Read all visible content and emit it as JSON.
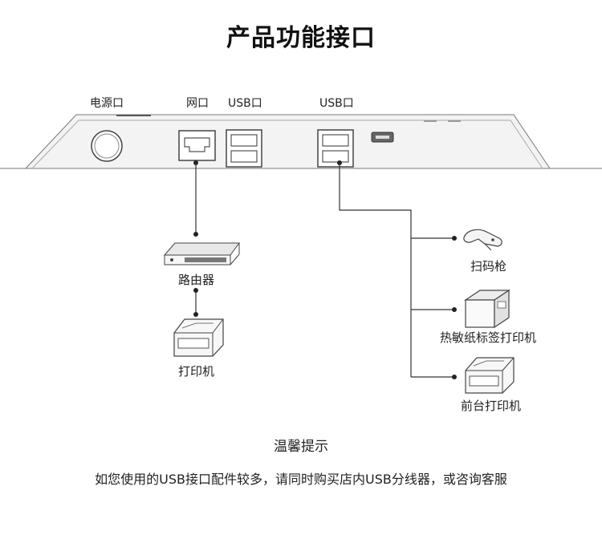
{
  "title": "产品功能接口",
  "ports": {
    "power": "电源口",
    "network": "网口",
    "usb_left": "USB口",
    "usb_right": "USB口"
  },
  "devices": {
    "router": "路由器",
    "printer": "打印机",
    "scanner": "扫码枪",
    "label_printer": "热敏纸标签打印机",
    "front_printer": "前台打印机"
  },
  "tip": {
    "title": "温馨提示",
    "text": "如您使用的USB接口配件较多，请同时购买店内USB分线器，或咨询客服"
  }
}
